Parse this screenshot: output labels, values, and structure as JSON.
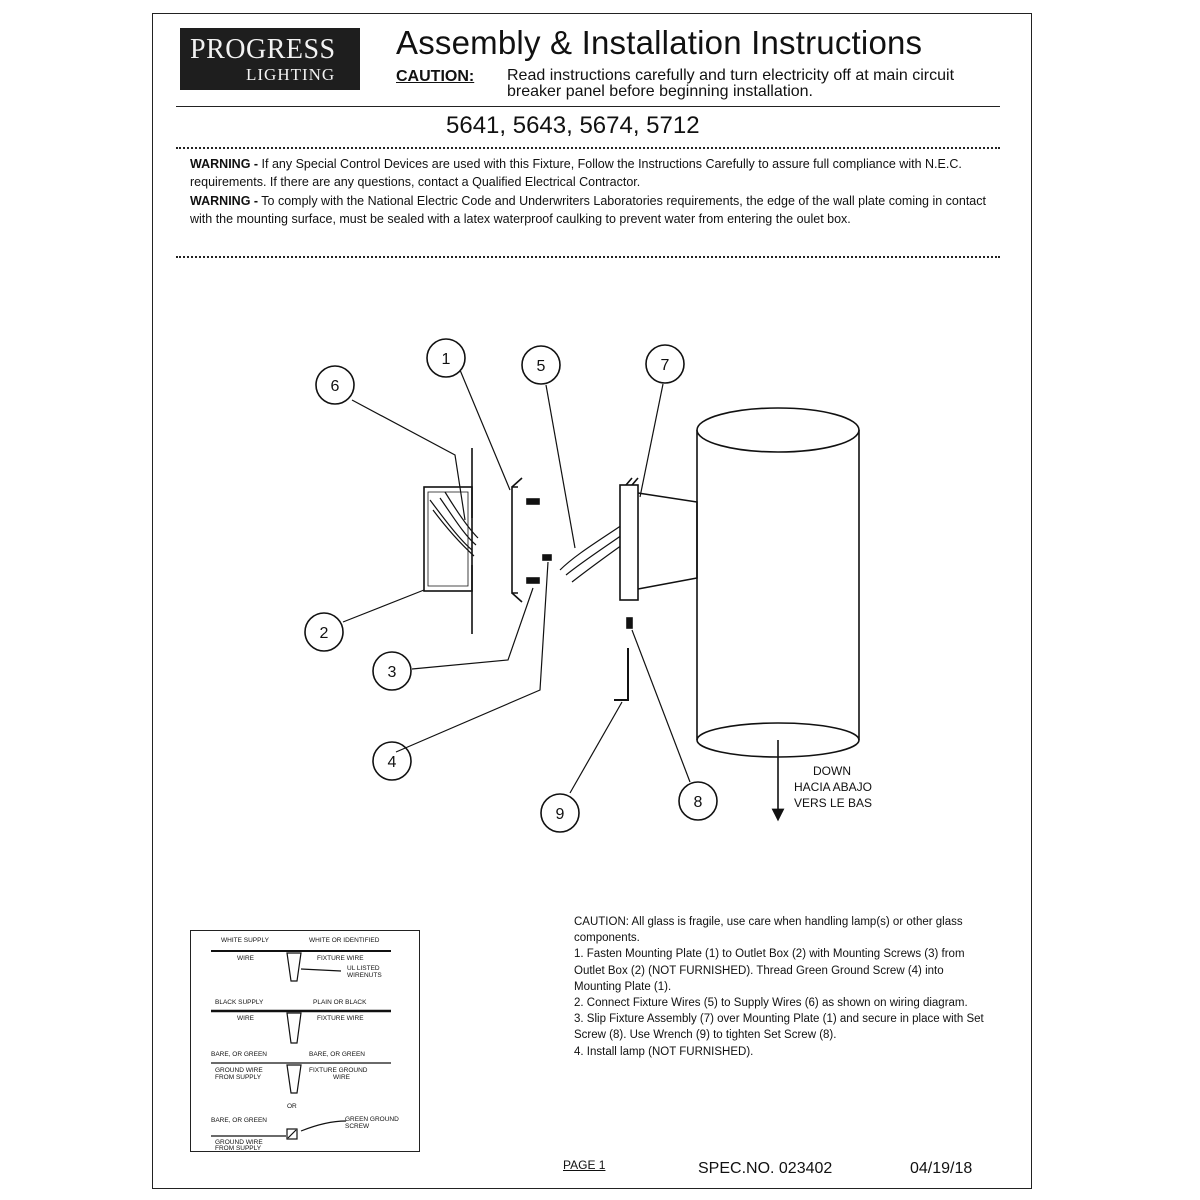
{
  "header": {
    "logo_top": "PROGRESS",
    "logo_bottom": "LIGHTING",
    "title": "Assembly & Installation Instructions",
    "caution_label": "CAUTION:",
    "caution_text": "Read instructions carefully and turn electricity off at main circuit breaker panel before beginning installation.",
    "models": "5641, 5643, 5674, 5712"
  },
  "warnings": [
    {
      "label": "WARNING -",
      "text": " If any Special Control Devices are used with this Fixture, Follow the Instructions Carefully to assure full compliance with N.E.C. requirements. If there are any questions, contact a Qualified Electrical Contractor."
    },
    {
      "label": "WARNING -",
      "text": " To comply with the National Electric Code and Underwriters Laboratories requirements, the edge of the wall plate coming in contact with the mounting surface, must be sealed with a latex waterproof caulking to prevent water from entering the oulet box."
    }
  ],
  "diagram": {
    "callouts": [
      "1",
      "2",
      "3",
      "4",
      "5",
      "6",
      "7",
      "8",
      "9"
    ],
    "direction": [
      "DOWN",
      "HACIA ABAJO",
      "VERS LE BAS"
    ]
  },
  "wiring": {
    "white_supply": "WHITE SUPPLY",
    "white_fixture": "WHITE OR IDENTIFIED",
    "wire": "WIRE",
    "fixture_wire": "FIXTURE WIRE",
    "ul_listed_1": "UL LISTED",
    "ul_listed_2": "WIRENUTS",
    "black_supply": "BLACK SUPPLY",
    "plain_black": "PLAIN OR BLACK",
    "bare_green": "BARE, OR GREEN",
    "ground_supply_1": "GROUND WIRE",
    "ground_supply_2": "FROM SUPPLY",
    "fixture_ground_1": "FIXTURE GROUND",
    "fixture_ground_2": "WIRE",
    "or": "OR",
    "green_screw_1": "GREEN GROUND",
    "green_screw_2": "SCREW"
  },
  "steps": [
    "CAUTION:  All glass is fragile, use care when handling lamp(s) or other glass components.",
    "1. Fasten Mounting Plate (1) to Outlet Box (2) with Mounting Screws (3) from Outlet Box (2) (NOT FURNISHED). Thread Green Ground Screw (4) into Mounting Plate (1).",
    "2. Connect Fixture Wires (5) to Supply Wires (6) as shown on wiring diagram.",
    "3. Slip Fixture Assembly (7) over Mounting Plate (1) and secure in place with Set Screw (8).  Use Wrench (9) to tighten Set Screw (8).",
    "4. Install lamp (NOT FURNISHED)."
  ],
  "footer": {
    "page": "PAGE 1",
    "spec": "SPEC.NO.  023402",
    "date": "04/19/18"
  }
}
